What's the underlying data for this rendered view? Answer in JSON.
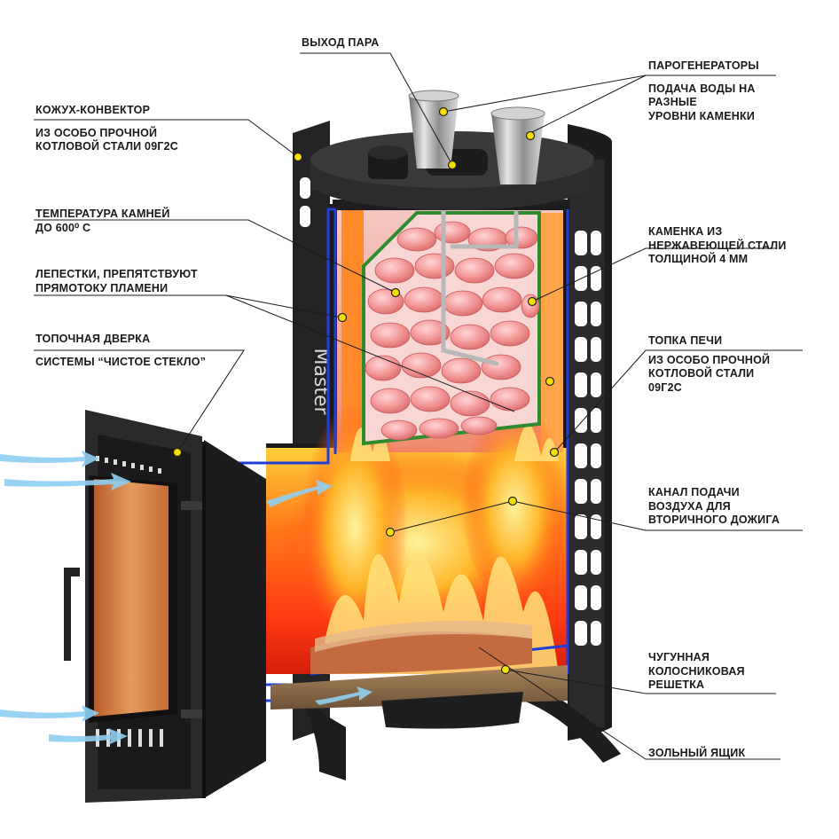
{
  "labels": {
    "steam_outlet": "ВЫХОД ПАРА",
    "convector": {
      "title": "КОЖУХ-КОНВЕКТОР",
      "sub": [
        "ИЗ ОСОБО ПРОЧНОЙ",
        "КОТЛОВОЙ СТАЛИ 09Г2С"
      ]
    },
    "steam_generators": {
      "title": "ПАРОГЕНЕРАТОРЫ",
      "sub": [
        "ПОДАЧА ВОДЫ НА",
        "РАЗНЫЕ",
        "УРОВНИ КАМЕНКИ"
      ]
    },
    "stone_temp": [
      "ТЕМПЕРАТУРА КАМНЕЙ",
      "ДО 600⁰ С"
    ],
    "stone_chamber": [
      "КАМЕНКА ИЗ",
      "НЕРЖАВЕЮЩЕЙ СТАЛИ",
      "ТОЛЩИНОЙ 4 ММ"
    ],
    "petals": [
      "ЛЕПЕСТКИ, ПРЕПЯТСТВУЮТ",
      "ПРЯМОТОКУ ПЛАМЕНИ"
    ],
    "fire_door": {
      "title": "ТОПОЧНАЯ ДВЕРКА",
      "sub": [
        "СИСТЕМЫ “ЧИСТОЕ СТЕКЛО”"
      ]
    },
    "firebox": {
      "title": "ТОПКА ПЕЧИ",
      "sub": [
        "ИЗ ОСОБО ПРОЧНОЙ",
        "КОТЛОВОЙ СТАЛИ",
        "09Г2С"
      ]
    },
    "air_channel": [
      "КАНАЛ ПОДАЧИ",
      "ВОЗДУХА ДЛЯ",
      "ВТОРИЧНОГО ДОЖИГА"
    ],
    "grate": [
      "ЧУГУННАЯ",
      "КОЛОСНИКОВАЯ",
      "РЕШЕТКА"
    ],
    "ash_box": "ЗОЛЬНЫЙ ЯЩИК"
  },
  "brand_text": "Master",
  "colors": {
    "steel": "#1e1e20",
    "accent_line": "#1f3fd6",
    "stone": "#e88a8a",
    "stone_frame": "#2e8b2e",
    "marker": "#f5e100",
    "glass": "#d07a3c",
    "air_arrow": "#7fc6ef"
  }
}
